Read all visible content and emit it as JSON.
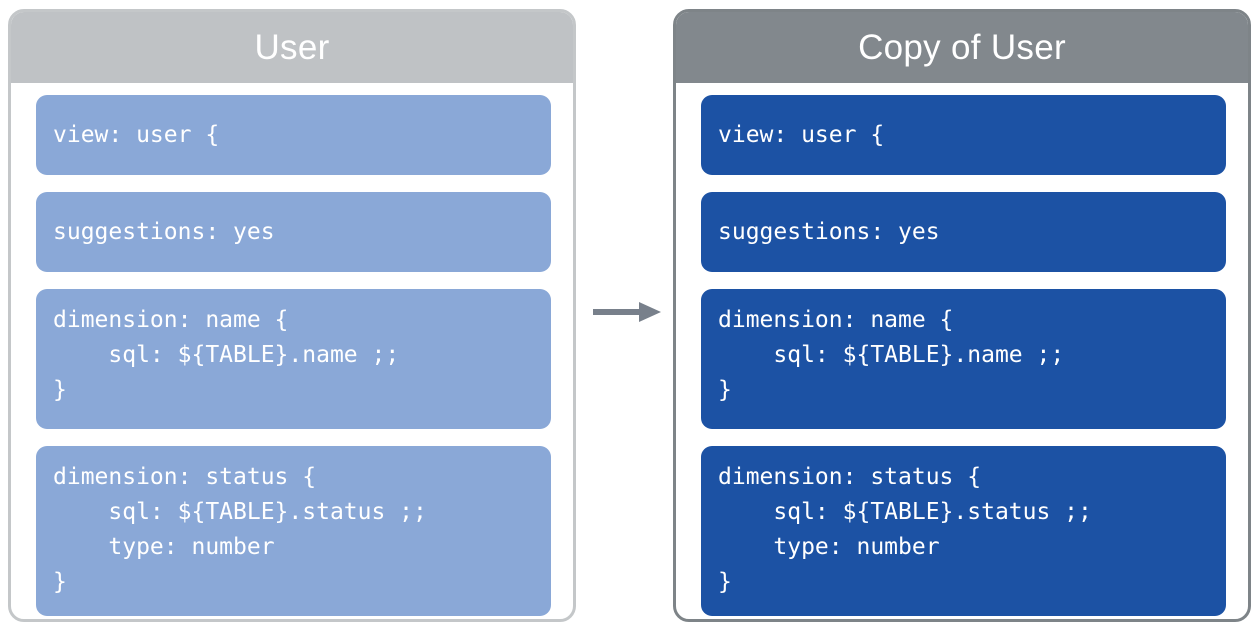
{
  "diagram": {
    "title_source": "User",
    "title_copy": "Copy of User",
    "arrow_icon": "arrow-right-icon",
    "colors": {
      "source_header": "#bfc2c5",
      "source_border": "#c4c7c9",
      "source_block": "#8aa8d7",
      "copy_header": "#82888d",
      "copy_border": "#7e8488",
      "copy_block": "#1c52a4",
      "arrow": "#78808b",
      "block_text": "#ffffff",
      "page_background": "#ffffff"
    }
  },
  "panels": [
    {
      "name": "source",
      "title": "User",
      "blocks": [
        {
          "id": "view",
          "code": "view: user {"
        },
        {
          "id": "suggestions",
          "code": "suggestions: yes"
        },
        {
          "id": "dimension-name",
          "code": "dimension: name {\n    sql: ${TABLE}.name ;;\n}"
        },
        {
          "id": "dimension-status",
          "code": "dimension: status {\n    sql: ${TABLE}.status ;;\n    type: number\n}"
        }
      ]
    },
    {
      "name": "copy",
      "title": "Copy of User",
      "blocks": [
        {
          "id": "view",
          "code": "view: user {"
        },
        {
          "id": "suggestions",
          "code": "suggestions: yes"
        },
        {
          "id": "dimension-name",
          "code": "dimension: name {\n    sql: ${TABLE}.name ;;\n}"
        },
        {
          "id": "dimension-status",
          "code": "dimension: status {\n    sql: ${TABLE}.status ;;\n    type: number\n}"
        }
      ]
    }
  ]
}
